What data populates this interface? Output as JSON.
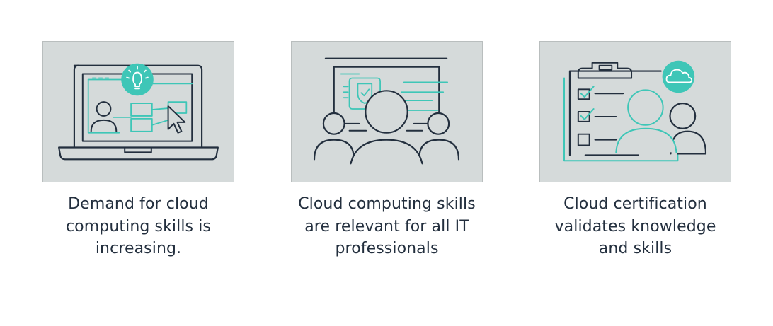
{
  "cards": [
    {
      "caption": "Demand for cloud computing skills is increasing.",
      "icon": "laptop-idea-icon"
    },
    {
      "caption": "Cloud computing skills are relevant for all IT professionals",
      "icon": "presentation-audience-icon"
    },
    {
      "caption": "Cloud certification validates knowledge and skills",
      "icon": "clipboard-certification-icon"
    }
  ],
  "colors": {
    "card_background": "#d5dada",
    "line": "#232f3e",
    "accent": "#3ec6b7",
    "text": "#232f3e"
  }
}
